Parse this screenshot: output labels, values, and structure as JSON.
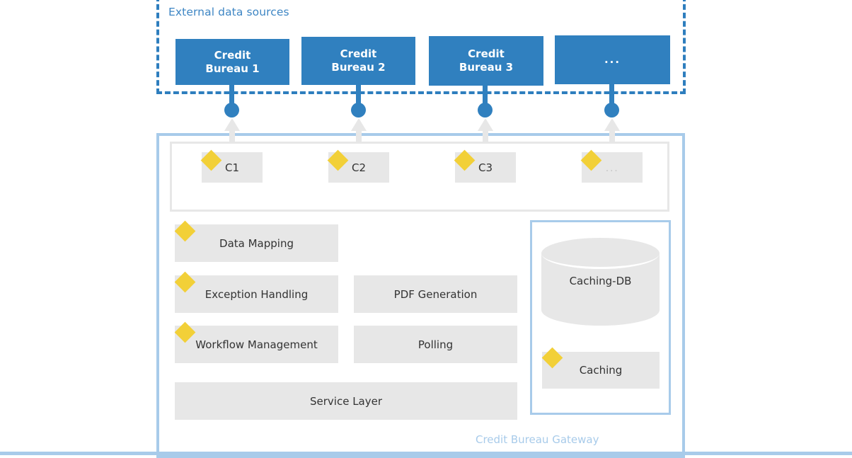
{
  "colors": {
    "blue": "#3080BF",
    "blue_text": "#3E86C4",
    "light_blue": "#A8CBEA",
    "yellow": "#F2D038",
    "gray_tile": "#E7E7E7",
    "text_dark": "#333333"
  },
  "external": {
    "title": "External data sources",
    "sources": [
      {
        "line1": "Credit",
        "line2": "Bureau 1"
      },
      {
        "line1": "Credit",
        "line2": "Bureau 2"
      },
      {
        "line1": "Credit",
        "line2": "Bureau 3"
      },
      {
        "line1": "...",
        "line2": ""
      }
    ]
  },
  "gateway": {
    "label": "Credit Bureau Gateway",
    "connectors": [
      {
        "label": "C1"
      },
      {
        "label": "C2"
      },
      {
        "label": "C3"
      },
      {
        "label": "..."
      }
    ],
    "components_left": [
      {
        "label": "Data Mapping",
        "marker": true
      },
      {
        "label": "Exception Handling",
        "marker": true
      },
      {
        "label": "Workflow Management",
        "marker": true
      }
    ],
    "components_right": [
      {
        "label": "PDF Generation",
        "marker": false
      },
      {
        "label": "Polling",
        "marker": false
      }
    ],
    "service_layer": {
      "label": "Service Layer",
      "marker": false
    },
    "cache": {
      "database_label": "Caching-DB",
      "component_label": "Caching",
      "component_marker": true
    }
  }
}
